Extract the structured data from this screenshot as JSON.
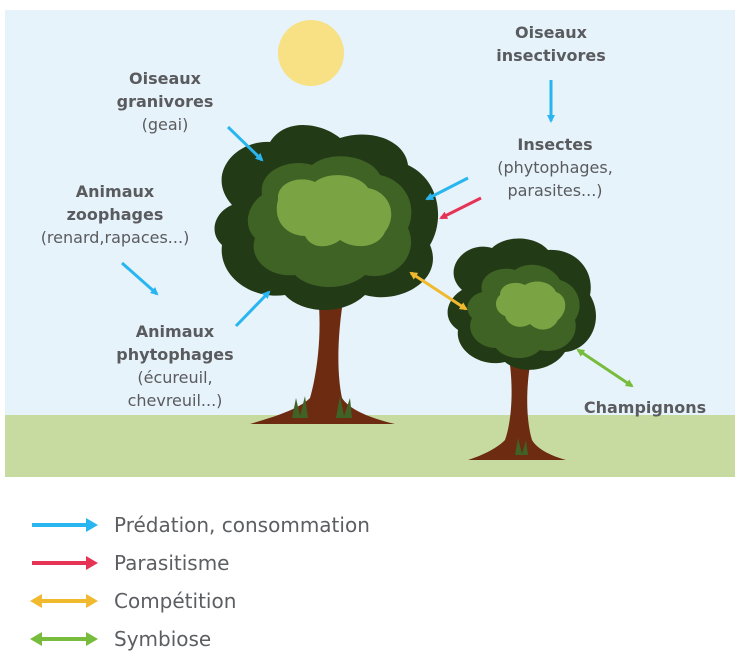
{
  "colors": {
    "sky": "#e6f3fa",
    "ground": "#c7dba1",
    "sun": "#f7e184",
    "predation": "#29b6f0",
    "parasitism": "#e63355",
    "competition": "#f0b92e",
    "symbiosis": "#78bc3d",
    "trunk": "#6d2c12",
    "foliage_dark": "#233a17",
    "foliage_mid": "#3f6225",
    "foliage_light": "#7aa343"
  },
  "labels": {
    "granivores": {
      "title": "Oiseaux granivores",
      "title_line1": "Oiseaux",
      "title_line2": "granivores",
      "detail": "(geai)"
    },
    "insectivores": {
      "title_line1": "Oiseaux",
      "title_line2": "insectivores"
    },
    "insectes": {
      "title": "Insectes",
      "detail_line1": "(phytophages,",
      "detail_line2": "parasites...)"
    },
    "zoophages": {
      "title_line1": "Animaux",
      "title_line2": "zoophages",
      "detail": "(renard,rapaces...)"
    },
    "phytophages": {
      "title_line1": "Animaux",
      "title_line2": "phytophages",
      "detail_line1": "(écureuil,",
      "detail_line2": "chevreuil...)"
    },
    "champignons": {
      "title": "Champignons"
    }
  },
  "legend": [
    {
      "label": "Prédation, consommation",
      "type": "predation"
    },
    {
      "label": "Parasitisme",
      "type": "parasitism"
    },
    {
      "label": "Compétition",
      "type": "competition"
    },
    {
      "label": "Symbiose",
      "type": "symbiosis"
    }
  ]
}
